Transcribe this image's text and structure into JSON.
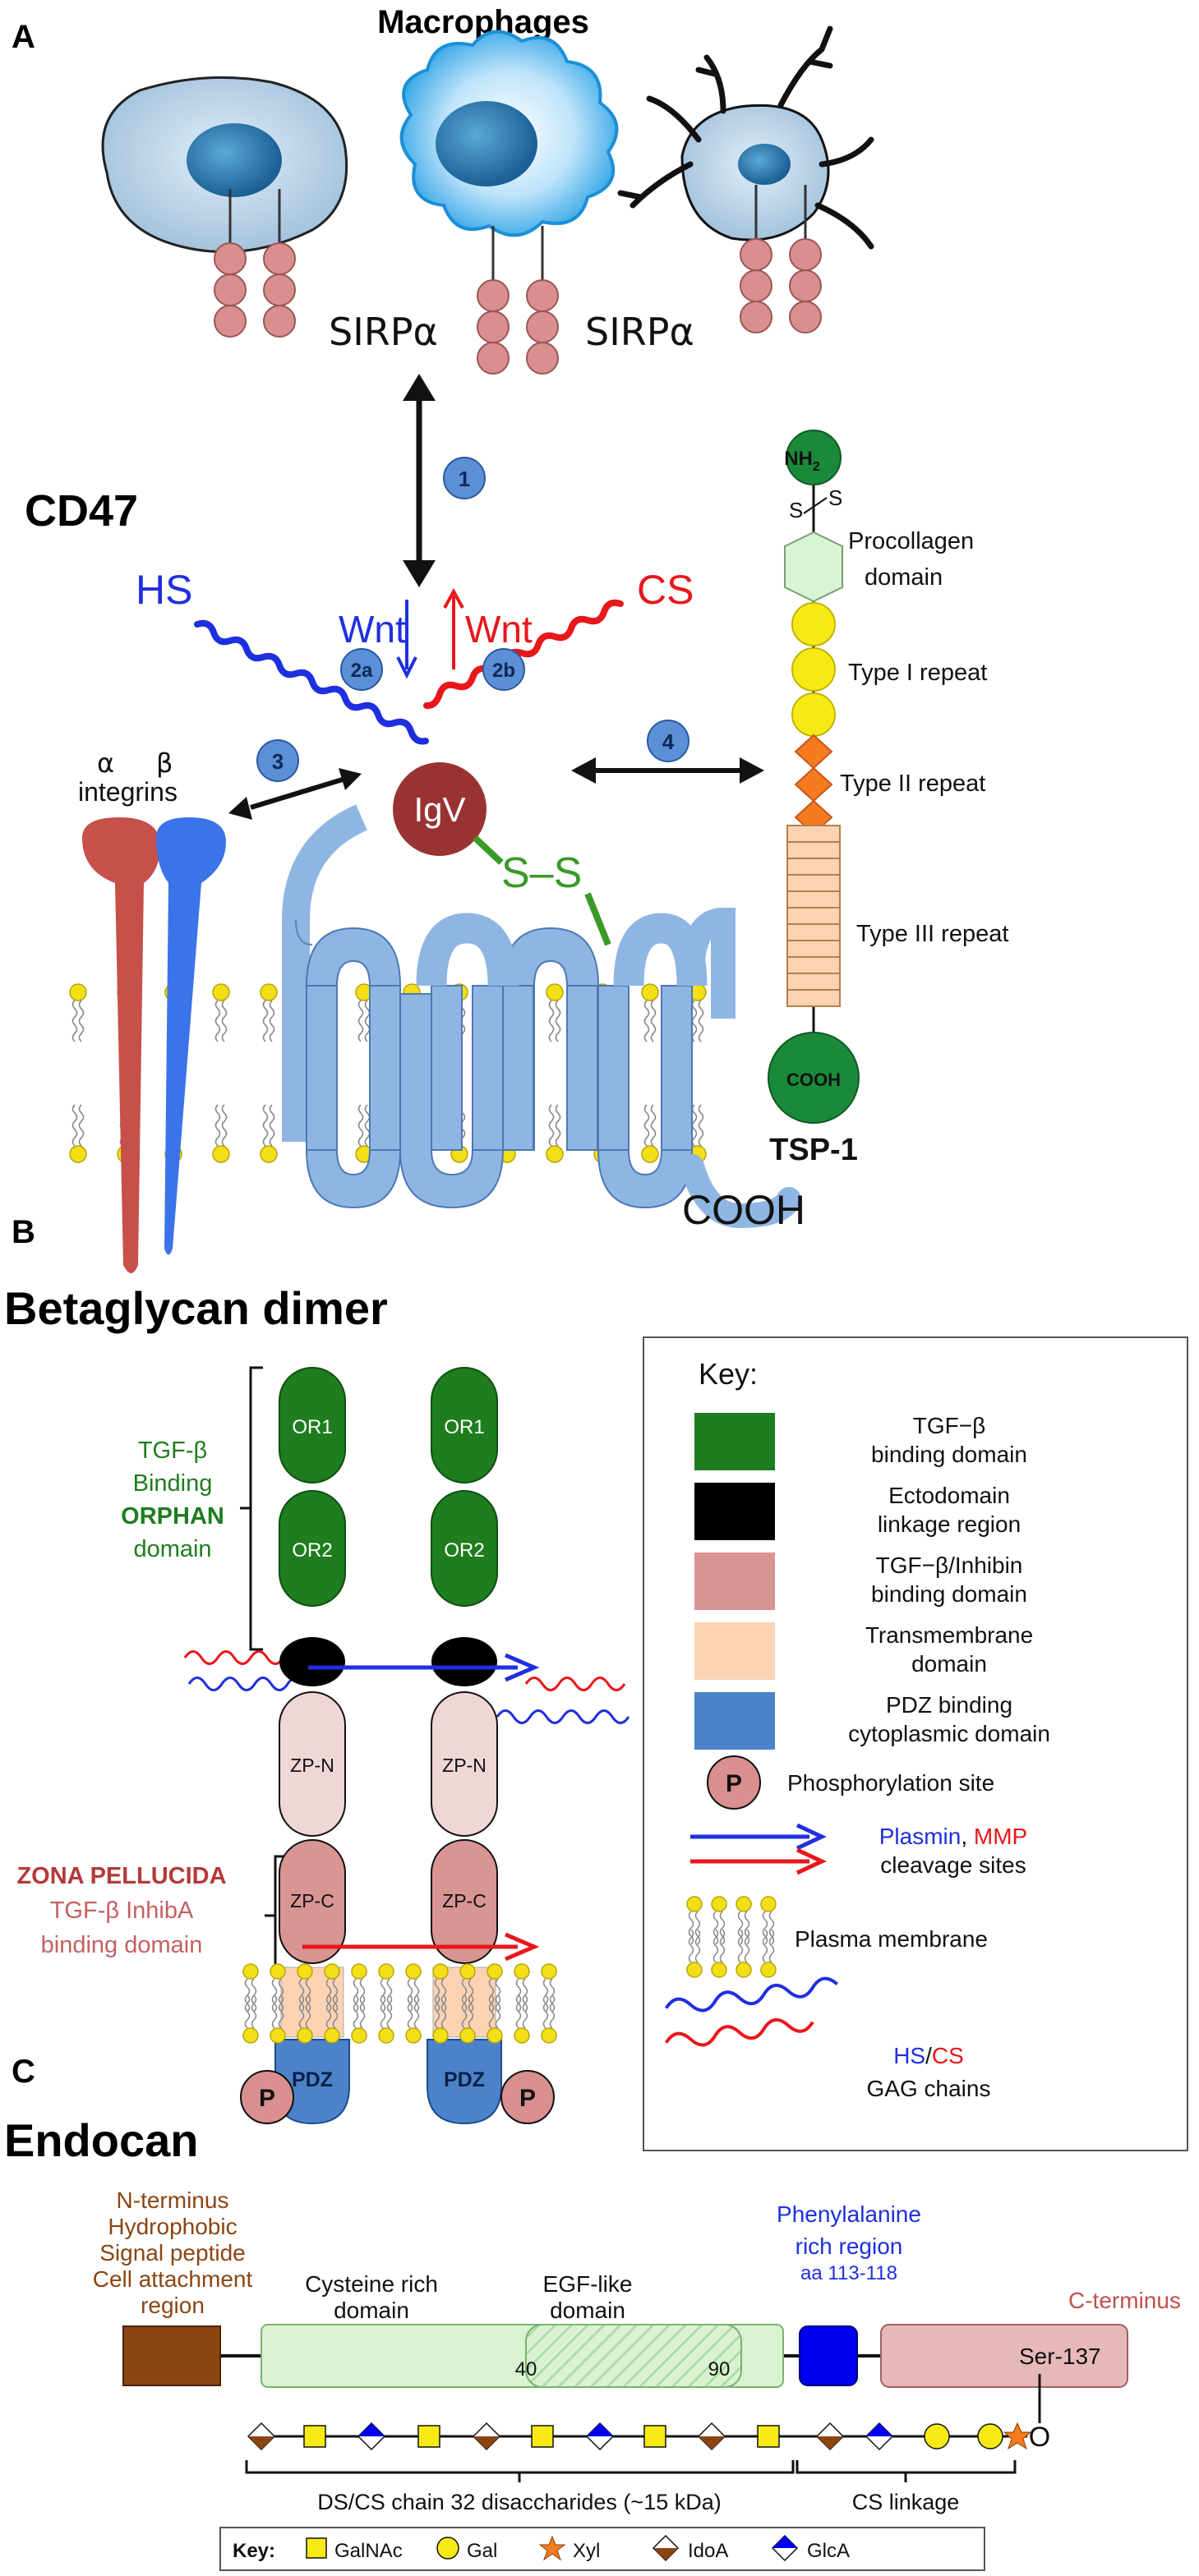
{
  "panel_a": {
    "letter": "A",
    "title": "Macrophages",
    "cd47": "CD47",
    "sirp_left": "SIRPα",
    "sirp_right": "SIRPα",
    "hs": "HS",
    "cs": "CS",
    "wnt_left": "Wnt",
    "wnt_right": "Wnt",
    "igv": "IgV",
    "ss": "S–S",
    "integrin_alpha": "α",
    "integrin_beta": "β",
    "integrins": "integrins",
    "cooh": "COOH",
    "steps": [
      "1",
      "2a",
      "2b",
      "3",
      "4"
    ],
    "tsp": {
      "nh2": "NH",
      "nh2_sub": "2",
      "ss_s1": "S",
      "ss_s2": "S",
      "procollagen_1": "Procollagen",
      "procollagen_2": "domain",
      "type1": "Type I repeat",
      "type2": "Type II repeat",
      "type3": "Type III repeat",
      "cooh": "COOH",
      "name": "TSP-1"
    },
    "colors": {
      "hs": "#1f2fe0",
      "cs": "#e8171b",
      "igv": "#993333",
      "ss": "#3a9a28",
      "membrane_head": "#f3df17",
      "cd47_body": "#8fb6e3"
    }
  },
  "panel_b": {
    "letter": "B",
    "title": "Betaglycan dimer",
    "orphan_lines": [
      "TGF-β",
      "Binding",
      "ORPHAN",
      "domain"
    ],
    "zona_lines": [
      "ZONA PELLUCIDA",
      "TGF-β InhibA",
      "binding domain"
    ],
    "domains": {
      "or1": "OR1",
      "or2": "OR2",
      "zpn": "ZP-N",
      "zpc": "ZP-C",
      "pdz": "PDZ",
      "p": "P"
    },
    "key": {
      "title": "Key:",
      "tgf_binding": [
        "TGF−β",
        "binding domain"
      ],
      "ecto": [
        "Ectodomain",
        "linkage region"
      ],
      "inhibin": [
        "TGF−β/Inhibin",
        "binding domain"
      ],
      "transmembrane": [
        "Transmembrane",
        "domain"
      ],
      "pdz_dom": [
        "PDZ binding",
        "cytoplasmic domain"
      ],
      "p_symbol": "P",
      "phospho": "Phosphorylation site",
      "plasmin": "Plasmin",
      "comma": ", ",
      "mmp": "MMP",
      "cleavage": "cleavage sites",
      "membrane": "Plasma membrane",
      "hs": "HS",
      "slash": "/",
      "cs": "CS",
      "gag": "GAG chains"
    },
    "colors": {
      "green": "#1e7d1e",
      "pink": "#d99494",
      "zpn": "#f0d6d6",
      "tm": "#fbd3b3",
      "pdz": "#4a83c9"
    }
  },
  "panel_c": {
    "letter": "C",
    "title": "Endocan",
    "nterm_lines": [
      "N-terminus",
      "Hydrophobic",
      "Signal peptide",
      "Cell attachment",
      "region"
    ],
    "cys_lines": [
      "Cysteine rich",
      "domain"
    ],
    "egf_lines": [
      "EGF-like",
      "domain"
    ],
    "phe_lines": [
      "Phenylalanine",
      "rich region"
    ],
    "phe_aa": "aa 113-118",
    "cterm": "C-terminus",
    "ser": "Ser-137",
    "pos_40": "40",
    "pos_90": "90",
    "o": "O",
    "dscs_label": "DS/CS chain 32 disaccharides (~15 kDa)",
    "cs_linkage": "CS linkage",
    "key": {
      "title": "Key:",
      "galnac": "GalNAc",
      "gal": "Gal",
      "xyl": "Xyl",
      "idoa": "IdoA",
      "glca": "GlcA"
    }
  }
}
